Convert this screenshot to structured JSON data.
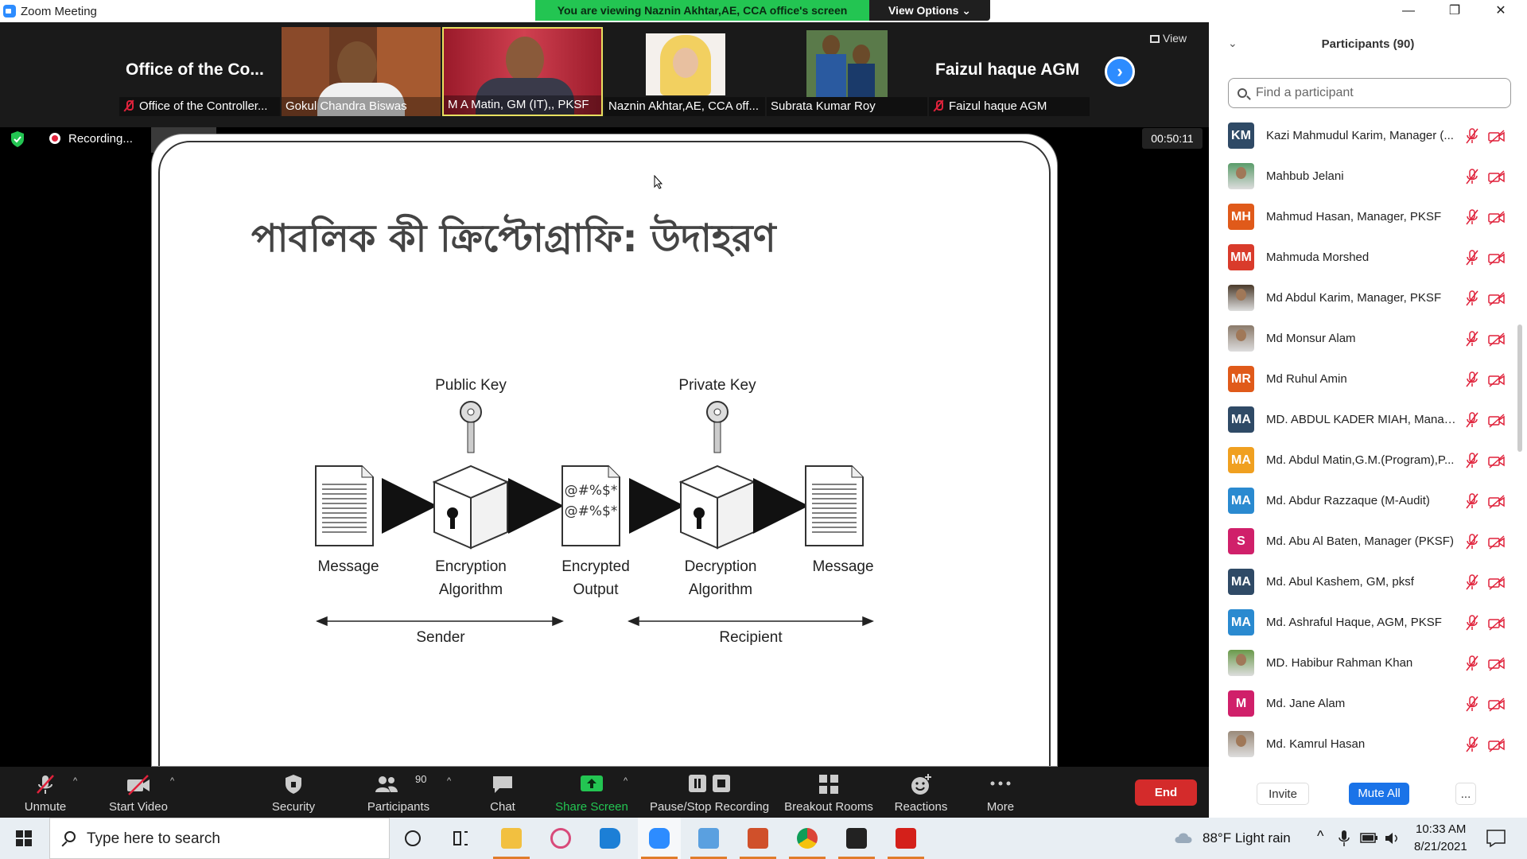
{
  "window": {
    "title": "Zoom Meeting",
    "banner": "You are viewing Naznin Akhtar,AE, CCA office's screen",
    "view_options": "View Options ⌄",
    "minimize": "—",
    "restore": "❐",
    "close": "✕"
  },
  "video_strip": {
    "tiles": [
      {
        "big_name": "Office of the Co...",
        "caption": "Office of the Controller...",
        "muted": true
      },
      {
        "caption": "Gokul Chandra Biswas",
        "muted": false
      },
      {
        "caption": "M A Matin, GM (IT),, PKSF",
        "muted": false
      },
      {
        "caption": "Naznin Akhtar,AE, CCA off...",
        "muted": false
      },
      {
        "caption": "Subrata Kumar Roy",
        "muted": false
      },
      {
        "big_name": "Faizul haque AGM",
        "caption": "Faizul haque AGM",
        "muted": true
      }
    ],
    "view_label": "View"
  },
  "recording": {
    "label": "Recording...",
    "timer": "00:50:11"
  },
  "slide": {
    "title": "পাবলিক কী ক্রিপ্টোগ্রাফি: উদাহরণ",
    "public_key": "Public Key",
    "private_key": "Private Key",
    "message1": "Message",
    "enc_line1": "Encryption",
    "enc_line2": "Algorithm",
    "out_line1": "Encrypted",
    "out_line2": "Output",
    "dec_line1": "Decryption",
    "dec_line2": "Algorithm",
    "message2": "Message",
    "cipher_line1": "@#%$*",
    "cipher_line2": "@#%$*",
    "sender": "Sender",
    "recipient": "Recipient"
  },
  "toolbar": {
    "unmute": "Unmute",
    "start_video": "Start Video",
    "security": "Security",
    "participants": "Participants",
    "participants_count": "90",
    "chat": "Chat",
    "share_screen": "Share Screen",
    "pause_stop": "Pause/Stop Recording",
    "breakout": "Breakout Rooms",
    "reactions": "Reactions",
    "more": "More",
    "end": "End"
  },
  "panel": {
    "title": "Participants (90)",
    "search_placeholder": "Find a participant",
    "invite": "Invite",
    "mute_all": "Mute All",
    "more": "...",
    "participants": [
      {
        "initials": "KM",
        "color": "#2f4a66",
        "name": "Kazi Mahmudul Karim, Manager (..."
      },
      {
        "initials": "",
        "color": "#5a9c6a",
        "name": "Mahbub Jelani",
        "photo": true
      },
      {
        "initials": "MH",
        "color": "#e05a1a",
        "name": "Mahmud Hasan, Manager, PKSF"
      },
      {
        "initials": "MM",
        "color": "#d93b2b",
        "name": "Mahmuda Morshed"
      },
      {
        "initials": "",
        "color": "#4a3a2a",
        "name": "Md Abdul Karim, Manager, PKSF",
        "photo": true
      },
      {
        "initials": "",
        "color": "#8a7a6a",
        "name": "Md Monsur Alam",
        "photo": true
      },
      {
        "initials": "MR",
        "color": "#e05a1a",
        "name": "Md Ruhul Amin"
      },
      {
        "initials": "MA",
        "color": "#2f4a66",
        "name": "MD. ABDUL KADER MIAH, Manag..."
      },
      {
        "initials": "MA",
        "color": "#f0a020",
        "name": "Md. Abdul Matin,G.M.(Program),P..."
      },
      {
        "initials": "MA",
        "color": "#2a8ad0",
        "name": "Md. Abdur Razzaque (M-Audit)"
      },
      {
        "initials": "S",
        "color": "#d0206a",
        "name": "Md. Abu Al Baten, Manager (PKSF)"
      },
      {
        "initials": "MA",
        "color": "#2f4a66",
        "name": "Md. Abul Kashem, GM, pksf"
      },
      {
        "initials": "MA",
        "color": "#2a8ad0",
        "name": "Md. Ashraful Haque, AGM, PKSF"
      },
      {
        "initials": "",
        "color": "#6a9a4a",
        "name": "MD. Habibur Rahman Khan",
        "photo": true
      },
      {
        "initials": "M",
        "color": "#d0206a",
        "name": "Md. Jane Alam"
      },
      {
        "initials": "",
        "color": "#9a8a7a",
        "name": "Md. Kamrul Hasan",
        "photo": true
      }
    ]
  },
  "taskbar": {
    "search_placeholder": "Type here to search",
    "weather": "88°F  Light rain",
    "time": "10:33 AM",
    "date": "8/21/2021"
  }
}
